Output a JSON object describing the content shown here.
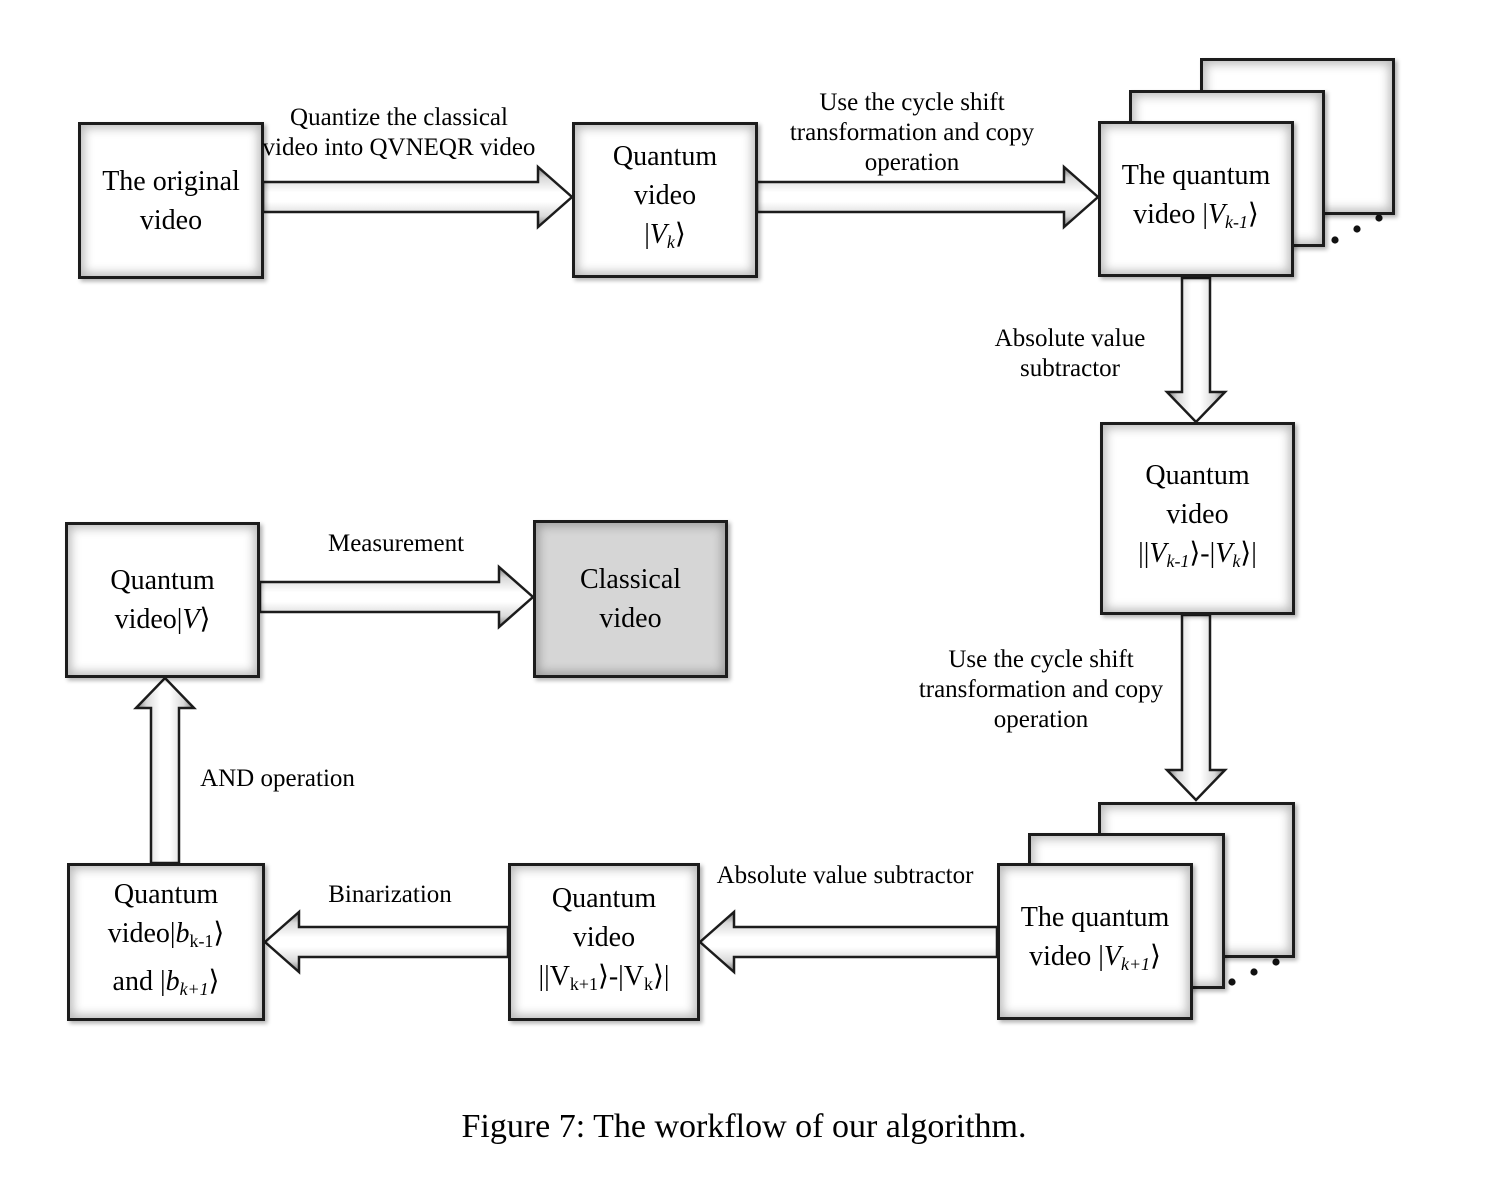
{
  "figure": {
    "caption": "Figure 7: The workflow of our algorithm."
  },
  "boxes": {
    "original_video": {
      "lines": [
        [
          {
            "t": "The original"
          }
        ],
        [
          {
            "t": "video"
          }
        ]
      ]
    },
    "quantum_video_vk": {
      "lines": [
        [
          {
            "t": "Quantum"
          }
        ],
        [
          {
            "t": "video"
          }
        ],
        [
          {
            "t": "|"
          },
          {
            "t": "V",
            "s": "i"
          },
          {
            "t": "k",
            "s": "subi"
          },
          {
            "t": "⟩"
          }
        ]
      ]
    },
    "quantum_video_vk_minus_1": {
      "lines": [
        [
          {
            "t": "The quantum"
          }
        ],
        [
          {
            "t": "video |"
          },
          {
            "t": "V",
            "s": "i"
          },
          {
            "t": "k-1",
            "s": "subi"
          },
          {
            "t": "⟩"
          }
        ]
      ]
    },
    "quantum_video_diff_k_minus_1": {
      "lines": [
        [
          {
            "t": "Quantum"
          }
        ],
        [
          {
            "t": "video"
          }
        ],
        [
          {
            "t": "||"
          },
          {
            "t": "V",
            "s": "i"
          },
          {
            "t": "k-1",
            "s": "subi"
          },
          {
            "t": "⟩-|"
          },
          {
            "t": "V",
            "s": "i"
          },
          {
            "t": "k",
            "s": "subi"
          },
          {
            "t": "⟩|"
          }
        ]
      ]
    },
    "quantum_video_vk_plus_1": {
      "lines": [
        [
          {
            "t": "The quantum"
          }
        ],
        [
          {
            "t": "video |"
          },
          {
            "t": "V",
            "s": "i"
          },
          {
            "t": "k+1",
            "s": "subi"
          },
          {
            "t": "⟩"
          }
        ]
      ]
    },
    "quantum_video_diff_k_plus_1": {
      "lines": [
        [
          {
            "t": "Quantum"
          }
        ],
        [
          {
            "t": "video"
          }
        ],
        [
          {
            "t": "||V"
          },
          {
            "t": "k+1",
            "s": "sub"
          },
          {
            "t": "⟩-|V"
          },
          {
            "t": "k",
            "s": "sub"
          },
          {
            "t": "⟩|"
          }
        ]
      ]
    },
    "quantum_video_b": {
      "lines": [
        [
          {
            "t": "Quantum"
          }
        ],
        [
          {
            "t": "video|"
          },
          {
            "t": "b",
            "s": "i"
          },
          {
            "t": "k-1",
            "s": "sub"
          },
          {
            "t": "⟩"
          }
        ],
        [
          {
            "t": "and |"
          },
          {
            "t": "b",
            "s": "i"
          },
          {
            "t": "k+1",
            "s": "subi"
          },
          {
            "t": "⟩"
          }
        ]
      ]
    },
    "quantum_video_v": {
      "lines": [
        [
          {
            "t": "Quantum"
          }
        ],
        [
          {
            "t": "video|"
          },
          {
            "t": "V",
            "s": "i"
          },
          {
            "t": "⟩"
          }
        ]
      ]
    },
    "classical_video": {
      "lines": [
        [
          {
            "t": "Classical"
          }
        ],
        [
          {
            "t": "video"
          }
        ]
      ]
    }
  },
  "arrow_labels": {
    "quantize": "Quantize the classical\nvideo into QVNEQR video",
    "cycle_shift_top": "Use the cycle shift\ntransformation and copy\noperation",
    "abs_subtractor_right": "Absolute value\nsubtractor",
    "cycle_shift_mid": "Use the cycle shift\ntransformation and copy\noperation",
    "abs_subtractor_bottom": "Absolute value subtractor",
    "binarization": "Binarization",
    "and_operation": "AND operation",
    "measurement": "Measurement"
  },
  "colors": {
    "background": "#ffffff",
    "box_fill": "#ffffff",
    "classical_box_fill": "#d6d6d6",
    "border": "#1c1c1c",
    "arrow_edge": "#787878"
  }
}
